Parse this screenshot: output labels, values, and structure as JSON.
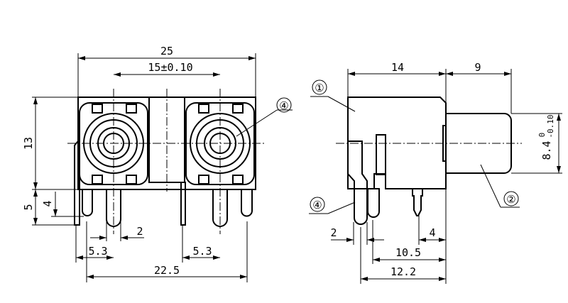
{
  "front_view": {
    "dim_width": "25",
    "dim_pitch": "15±0.10",
    "dim_height": "13",
    "dim_pin_long": "5",
    "dim_pin_short": "4",
    "dim_pin_gap": "2",
    "dim_left_offset": "5.3",
    "dim_right_offset": "5.3",
    "dim_pin_span": "22.5",
    "callout": "④"
  },
  "side_view": {
    "dim_body": "14",
    "dim_cap": "9",
    "dim_cap_dia": "8.4",
    "dim_cap_tol_upper": "0",
    "dim_cap_tol_lower": "-0.10",
    "dim_pin_width": "2",
    "dim_pin_rear": "4",
    "dim_pin_10_5": "10.5",
    "dim_pin_12_2": "12.2",
    "callout_body": "①",
    "callout_cap": "②",
    "callout_pin": "④"
  }
}
